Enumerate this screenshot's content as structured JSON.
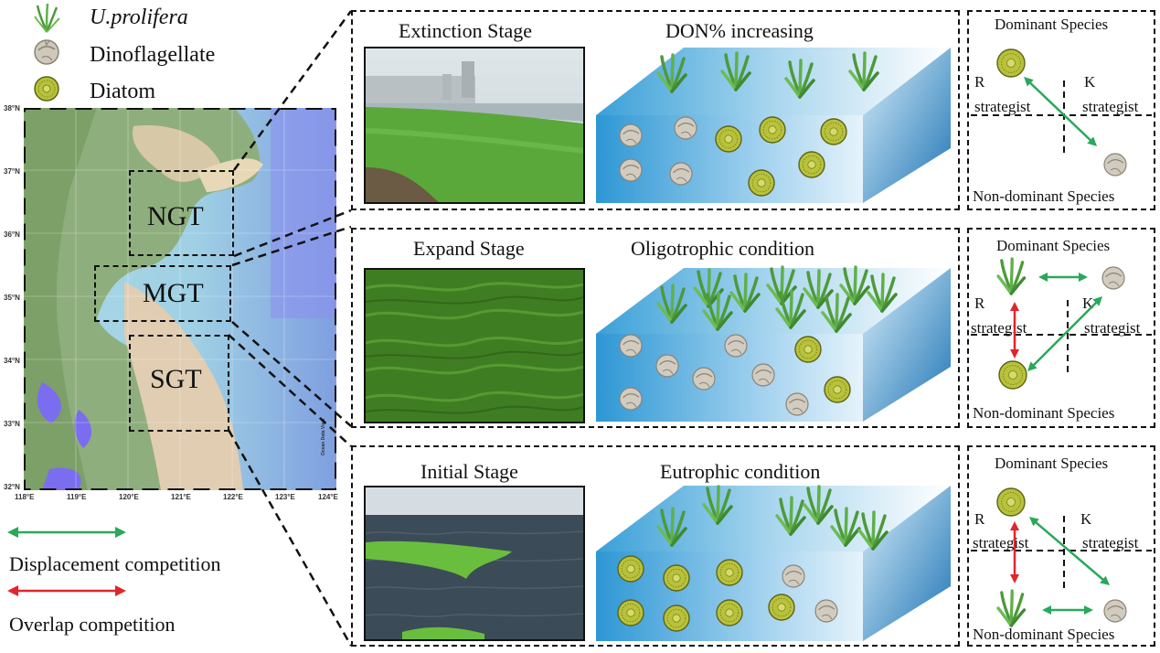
{
  "legend": {
    "ulva": "U.prolifera",
    "dino": "Dinoflagellate",
    "diatom": "Diatom"
  },
  "map": {
    "regions": [
      "NGT",
      "MGT",
      "SGT"
    ],
    "lat_ticks": [
      "38°N",
      "37°N",
      "36°N",
      "35°N",
      "34°N",
      "33°N",
      "32°N"
    ],
    "lon_ticks": [
      "118°E",
      "119°E",
      "120°E",
      "121°E",
      "122°E",
      "123°E",
      "124°E"
    ],
    "credit": "Ocean Data View"
  },
  "stages": [
    {
      "stage": "Extinction Stage",
      "condition": "DON% increasing"
    },
    {
      "stage": "Expand Stage",
      "condition": "Oligotrophic condition"
    },
    {
      "stage": "Initial Stage",
      "condition": "Eutrophic condition"
    }
  ],
  "competition_panel": {
    "dominant": "Dominant Species",
    "non_dominant": "Non-dominant Species",
    "r_label": "R",
    "k_label": "K",
    "strategist": "strategist"
  },
  "bottom_legend": {
    "displacement": "Displacement competition",
    "overlap": "Overlap competition"
  },
  "colors": {
    "green_arrow": "#2aa85a",
    "red_arrow": "#e0262b",
    "water_dark": "#1f86c7",
    "water_light": "#d9ecf7",
    "ulva": "#5aa844",
    "diatom": "#b8c23a",
    "dino": "#c8c2b4"
  }
}
